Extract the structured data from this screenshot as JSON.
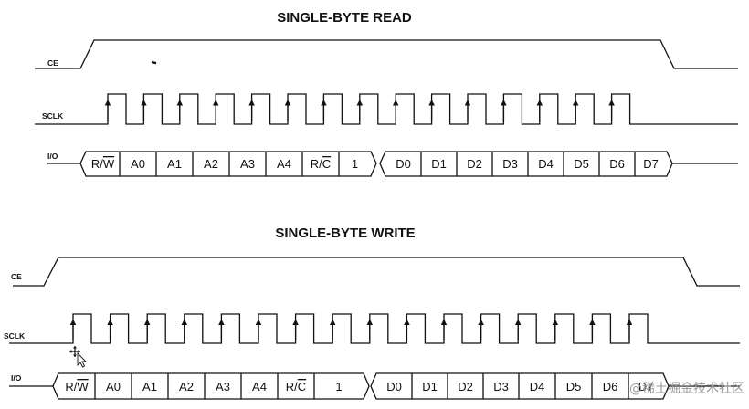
{
  "diagrams": [
    {
      "title": "SINGLE-BYTE READ",
      "signals": {
        "ce": "CE",
        "sclk": "SCLK",
        "io": "I/O"
      },
      "address_cells": [
        "R/W",
        "A0",
        "A1",
        "A2",
        "A3",
        "A4",
        "R/C",
        "1"
      ],
      "data_cells": [
        "D0",
        "D1",
        "D2",
        "D3",
        "D4",
        "D5",
        "D6",
        "D7"
      ]
    },
    {
      "title": "SINGLE-BYTE WRITE",
      "signals": {
        "ce": "CE",
        "sclk": "SCLK",
        "io": "I/O"
      },
      "address_cells": [
        "R/W",
        "A0",
        "A1",
        "A2",
        "A3",
        "A4",
        "R/C",
        "1"
      ],
      "data_cells": [
        "D0",
        "D1",
        "D2",
        "D3",
        "D4",
        "D5",
        "D6",
        "D7"
      ]
    }
  ],
  "watermark": "@稀土掘金技术社区"
}
